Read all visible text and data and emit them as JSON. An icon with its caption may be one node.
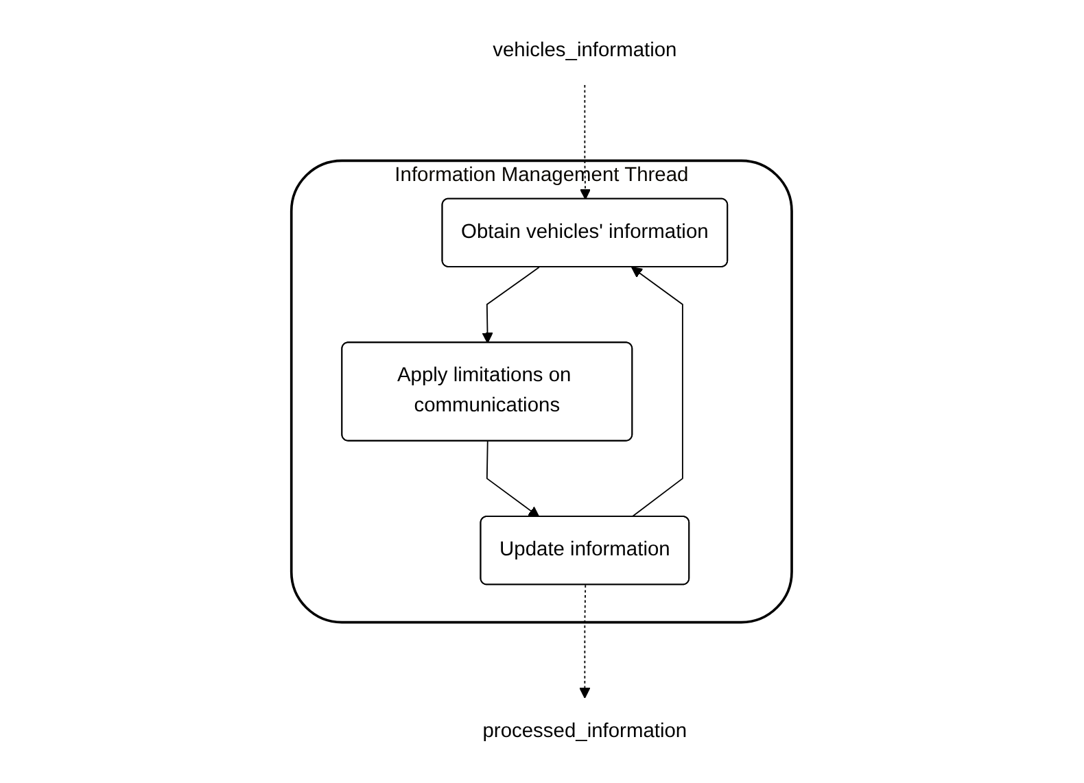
{
  "diagram": {
    "nodes": [
      {
        "text": [
          "Information Management Thread"
        ]
      },
      {
        "text": [
          "Obtain vehicles' information"
        ],
        "in": 0
      },
      {
        "text": [
          "Apply limitations on communications"
        ],
        "in": 0
      },
      {
        "text": [
          "Update information"
        ],
        "in": 0
      },
      {
        "text": [
          "vehicles_information"
        ]
      },
      {
        "text": [
          "processed_information"
        ]
      }
    ],
    "edges": [
      {
        "from": 1,
        "to": 2,
        "arrow": "to"
      },
      {
        "from": 2,
        "to": 3,
        "arrow": "to"
      },
      {
        "from": 3,
        "to": 1,
        "arrow": "to"
      },
      {
        "from": 4,
        "to": 1,
        "arrow": "to",
        "style": "dashed"
      },
      {
        "from": 3,
        "to": 5,
        "arrow": "to",
        "style": "dashed"
      }
    ]
  }
}
